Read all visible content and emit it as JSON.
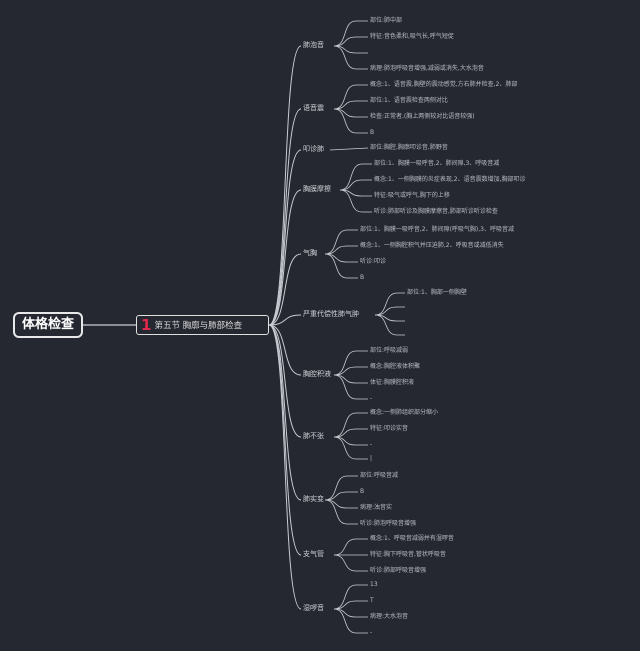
{
  "root": {
    "label": "体格检查"
  },
  "topic": {
    "number": "1",
    "label": "第五节 胸廓与肺部检查"
  },
  "branches": [
    {
      "label": "肺泡音",
      "items": [
        "部位:肺中部",
        "特征:音色柔和,吸气长,呼气短促",
        "",
        "病理:肺泡呼吸音增强,减弱或消失,大水泡音"
      ]
    },
    {
      "label": "语音震",
      "items": [
        "概念:1、语音震,胸壁的震动感觉,方右肺并检查,2、肺部",
        "部位:1、语音震检查两侧对比",
        "检查:正常者,(胸上两侧较对比语音较强)",
        "B"
      ]
    },
    {
      "label": "叩诊肺",
      "items": [
        "部位:胸腔,胸廓叩诊音,肺野音"
      ]
    },
    {
      "label": "胸膜摩擦",
      "items": [
        "部位:1、胸膜一吸呼音,2、肺间隙,3、呼吸音减",
        "概念:1、一侧胸膜的炎症表现,2、语音震数增加,胸部叩诊",
        "特征:吸气或呼气,胸下的上移",
        "听诊:肺部听诊及胸膜摩擦音,肺部听诊听诊检查"
      ]
    },
    {
      "label": "气胸",
      "items": [
        "部位:1、胸膜一吸呼音,2、肺间隙(呼吸气胸),3、呼吸音减",
        "概念:1、一侧胸腔积气并压迫肺,2、呼吸音或减低消失",
        "听诊:叩诊",
        "B"
      ]
    },
    {
      "label": "严重代偿性肺气肿",
      "items": [
        "部位:1、胸部一侧胸壁",
        "",
        "",
        ""
      ]
    },
    {
      "label": "胸腔积液",
      "items": [
        "部位:呼吸减弱",
        "概念:胸腔液体积聚",
        "体征:胸膜腔积液",
        "-"
      ]
    },
    {
      "label": "肺不张",
      "items": [
        "概念:一侧肺组织部分缩小",
        "特征:叩诊实音",
        "-",
        "|"
      ]
    },
    {
      "label": "肺实变",
      "items": [
        "部位:呼吸音减",
        "B",
        "病理:浊音实",
        "听诊:肺泡呼吸音增强"
      ]
    },
    {
      "label": "支气管",
      "items": [
        "概念:1、呼吸音减弱并有湿啰音",
        "特征:胸下呼吸音,管状呼吸音",
        "听诊:肺部呼吸音增强"
      ]
    },
    {
      "label": "湿啰音",
      "items": [
        "13",
        "T",
        "病理:大水泡音",
        "-"
      ]
    }
  ]
}
